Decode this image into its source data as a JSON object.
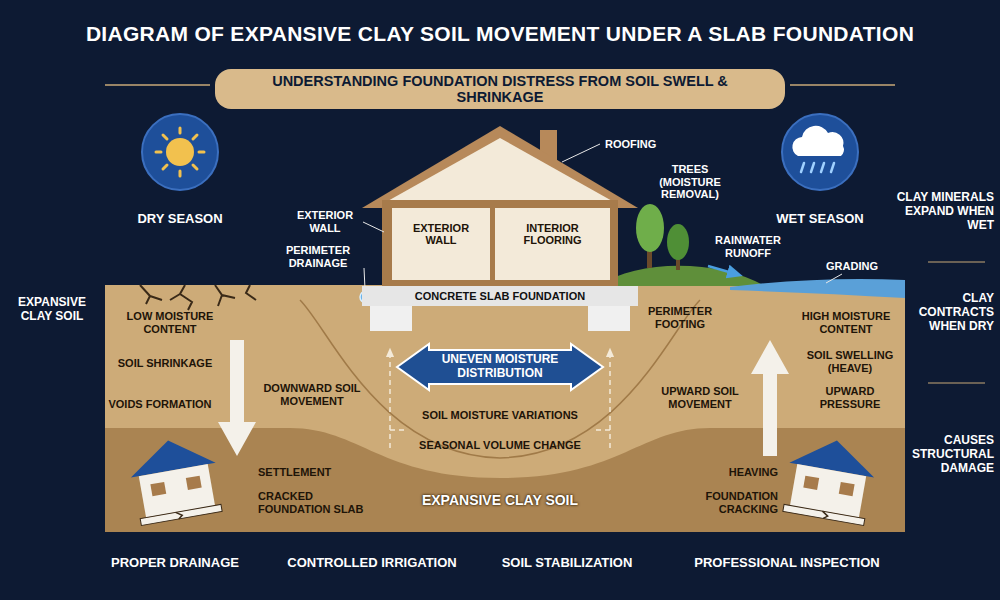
{
  "diagram": {
    "title": "DIAGRAM OF EXPANSIVE CLAY SOIL MOVEMENT UNDER A SLAB FOUNDATION",
    "nodes": [
      {
        "text": [
          "UNDERSTANDING FOUNDATION DISTRESS FROM SOIL SWELL & SHRINKAGE"
        ]
      },
      {
        "text": [
          "DRY SEASON"
        ]
      },
      {
        "text": [
          "WET SEASON"
        ]
      },
      {
        "text": [
          "EXTERIOR WALL"
        ]
      },
      {
        "text": [
          "INTERIOR FLOORING"
        ]
      },
      {
        "text": [
          "CONCRETE SLAB FOUNDATION"
        ]
      },
      {
        "text": [
          "UNEVEN MOISTURE DISTRIBUTION"
        ]
      }
    ],
    "labels": [
      "ROOFING",
      "EXTERIOR WALL",
      "PERIMETER DRAINAGE",
      "TREES (MOISTURE REMOVAL)",
      "RAINWATER RUNOFF",
      "GRADING",
      "PERIMETER FOOTING",
      "LOW MOISTURE CONTENT",
      "SOIL SHRINKAGE",
      "VOIDS FORMATION",
      "DOWNWARD SOIL MOVEMENT",
      "SETTLEMENT",
      "CRACKED FOUNDATION SLAB",
      "SOIL MOISTURE VARIATIONS",
      "SEASONAL VOLUME CHANGE",
      "EXPANSIVE CLAY SOIL",
      "HIGH MOISTURE CONTENT",
      "SOIL SWELLING (HEAVE)",
      "UPWARD PRESSURE",
      "UPWARD SOIL MOVEMENT",
      "HEAVING",
      "FOUNDATION CRACKING",
      "PROPER DRAINAGE",
      "CONTROLLED IRRIGATION",
      "SOIL STABILIZATION",
      "PROFESSIONAL INSPECTION",
      "EXPANSIVE CLAY SOIL",
      "CLAY MINERALS EXPAND WHEN WET",
      "CLAY CONTRACTS WHEN DRY",
      "CAUSES STRUCTURAL DAMAGE"
    ]
  }
}
